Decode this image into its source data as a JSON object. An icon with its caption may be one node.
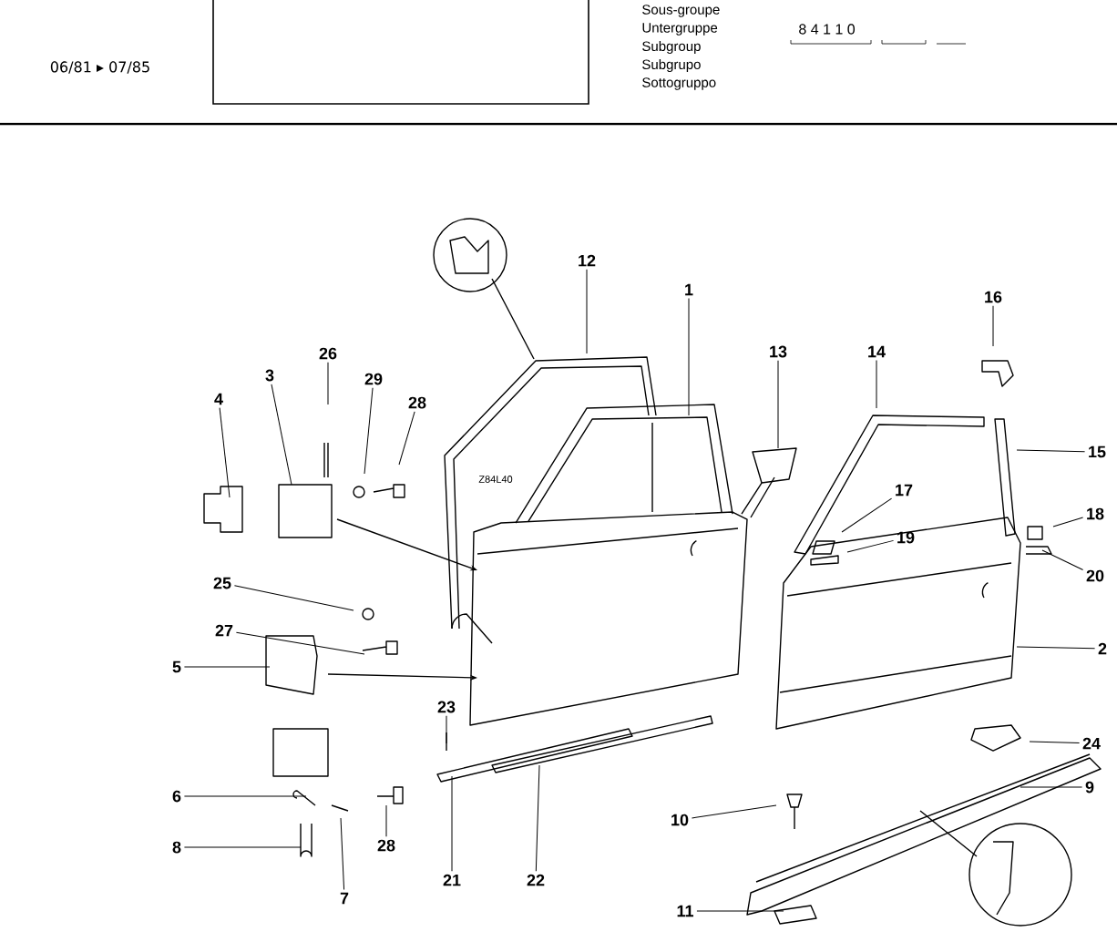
{
  "diagram": {
    "nodes": [
      {
        "text": [
          "16"
        ]
      },
      {
        "text": [
          "12"
        ]
      },
      {
        "text": [
          "1"
        ]
      },
      {
        "text": [
          "26"
        ]
      },
      {
        "text": [
          "3"
        ]
      },
      {
        "text": [
          "29"
        ]
      },
      {
        "text": [
          "13"
        ]
      },
      {
        "text": [
          "14"
        ]
      },
      {
        "text": [
          "28"
        ]
      },
      {
        "text": [
          "4"
        ]
      },
      {
        "text": [
          "17"
        ]
      },
      {
        "text": [
          "15"
        ]
      },
      {
        "text": [
          "18"
        ]
      },
      {
        "text": [
          "19"
        ]
      },
      {
        "text": [
          "20"
        ]
      },
      {
        "text": [
          "25"
        ]
      },
      {
        "text": [
          "27"
        ]
      },
      {
        "text": [
          "2"
        ]
      },
      {
        "text": [
          "5"
        ]
      },
      {
        "text": [
          "23"
        ]
      },
      {
        "text": [
          "24"
        ]
      },
      {
        "text": [
          "9"
        ]
      },
      {
        "text": [
          "6"
        ]
      },
      {
        "text": [
          "10"
        ]
      },
      {
        "text": [
          "28"
        ]
      },
      {
        "text": [
          "8"
        ]
      },
      {
        "text": [
          "21"
        ]
      },
      {
        "text": [
          "22"
        ]
      },
      {
        "text": [
          "7"
        ]
      },
      {
        "text": [
          "11"
        ]
      }
    ],
    "edges": [
      {
        "from": 0,
        "to": null,
        "arrow": "none"
      },
      {
        "from": 1,
        "to": null,
        "arrow": "none"
      },
      {
        "from": 2,
        "to": null,
        "arrow": "none"
      },
      {
        "from": 3,
        "to": null,
        "arrow": "none"
      },
      {
        "from": 4,
        "to": null,
        "arrow": "none"
      },
      {
        "from": 5,
        "to": null,
        "arrow": "none"
      },
      {
        "from": 6,
        "to": null,
        "arrow": "none"
      },
      {
        "from": 7,
        "to": null,
        "arrow": "none"
      },
      {
        "from": 8,
        "to": null,
        "arrow": "none"
      },
      {
        "from": 9,
        "to": null,
        "arrow": "none"
      },
      {
        "from": 10,
        "to": null,
        "arrow": "none"
      },
      {
        "from": 11,
        "to": null,
        "arrow": "none"
      },
      {
        "from": 12,
        "to": null,
        "arrow": "none"
      },
      {
        "from": 13,
        "to": null,
        "arrow": "none"
      },
      {
        "from": 14,
        "to": null,
        "arrow": "none"
      },
      {
        "from": 15,
        "to": null,
        "arrow": "none"
      },
      {
        "from": 16,
        "to": null,
        "arrow": "none"
      },
      {
        "from": 17,
        "to": null,
        "arrow": "none"
      },
      {
        "from": 18,
        "to": null,
        "arrow": "none"
      },
      {
        "from": 19,
        "to": null,
        "arrow": "none"
      },
      {
        "from": 20,
        "to": null,
        "arrow": "none"
      },
      {
        "from": 21,
        "to": null,
        "arrow": "none"
      },
      {
        "from": 22,
        "to": null,
        "arrow": "none"
      },
      {
        "from": 23,
        "to": null,
        "arrow": "none"
      },
      {
        "from": 24,
        "to": null,
        "arrow": "none"
      },
      {
        "from": 25,
        "to": null,
        "arrow": "none"
      },
      {
        "from": 26,
        "to": null,
        "arrow": "none"
      },
      {
        "from": 27,
        "to": null,
        "arrow": "none"
      },
      {
        "from": 28,
        "to": null,
        "arrow": "none"
      },
      {
        "from": 29,
        "to": null,
        "arrow": "none"
      }
    ],
    "labels": [
      "06/81 ▸ 07/85",
      "Sous-groupe",
      "Untergruppe",
      "Subgroup",
      "Subgrupo",
      "Sottogruppo",
      "8 4 1 1 0",
      "Z84L40"
    ]
  }
}
